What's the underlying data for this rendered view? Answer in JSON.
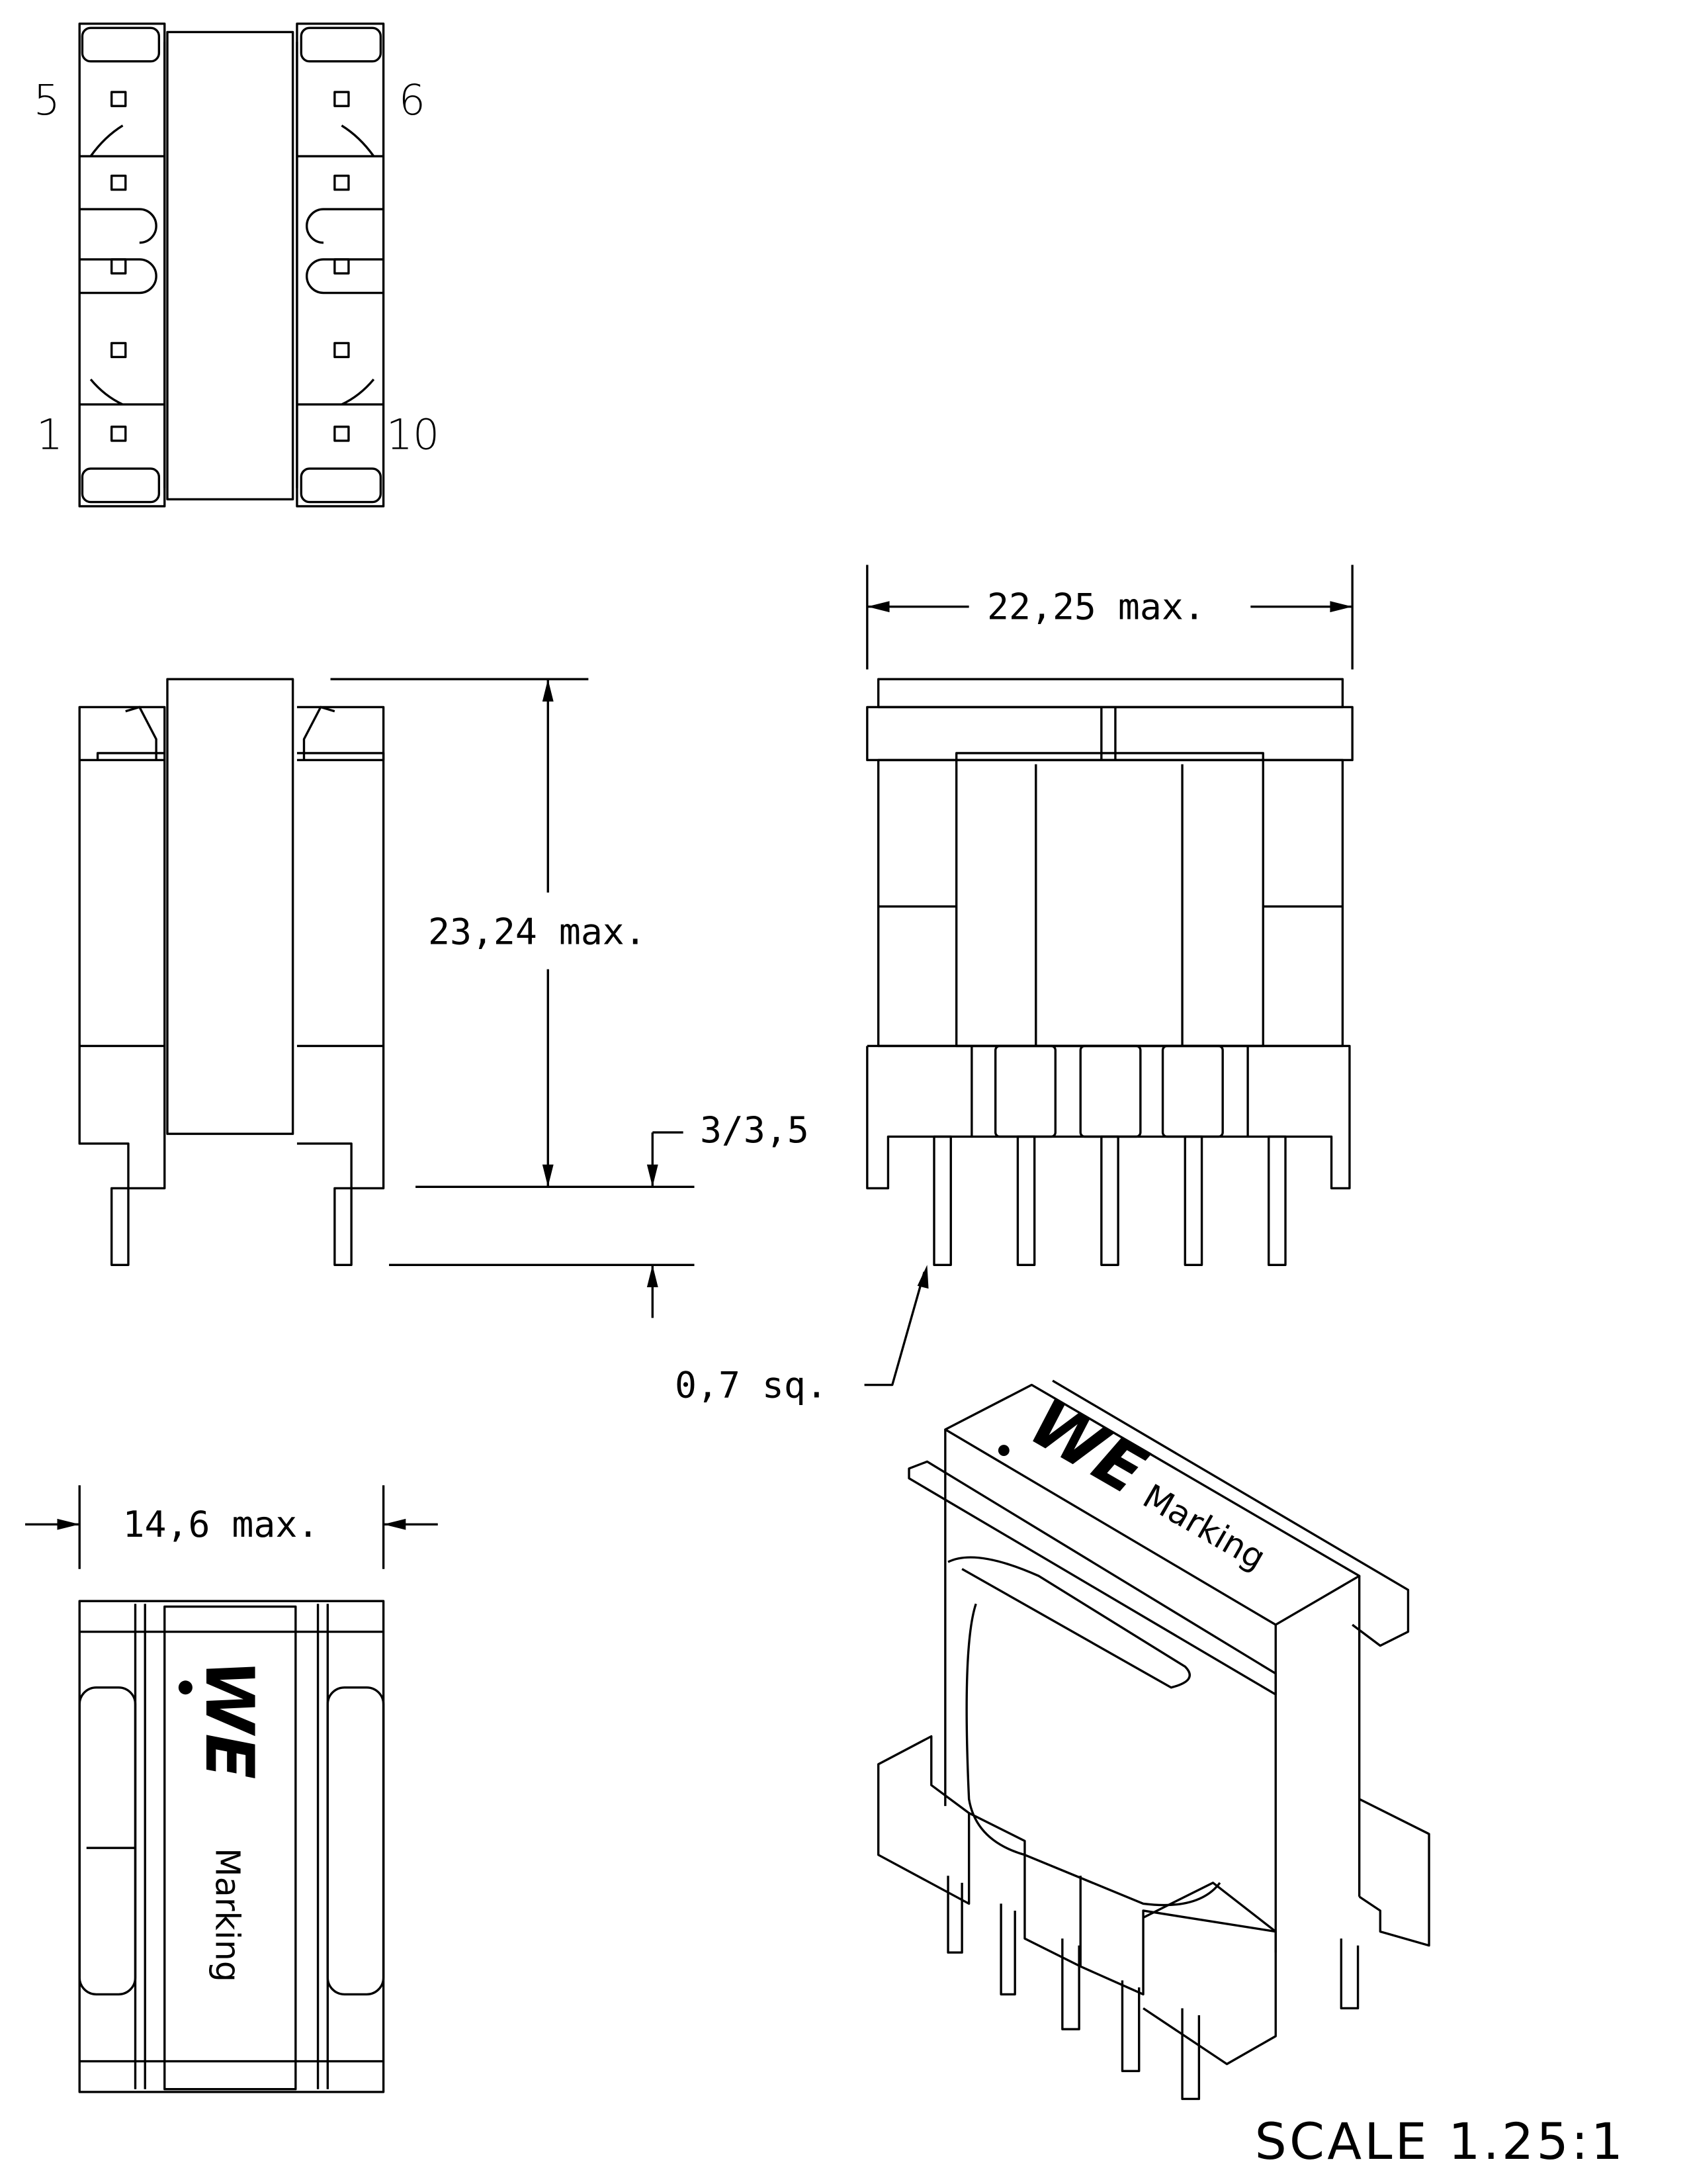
{
  "pin_labels": {
    "top_left": "5",
    "top_right": "6",
    "bottom_left": "1",
    "bottom_right": "10"
  },
  "dimensions": {
    "width": "22,25 max.",
    "height": "23,24 max.",
    "pin_length": "3/3,5",
    "pin_size": "0,7 sq.",
    "depth": "14,6 max."
  },
  "marking": {
    "logo": "WE",
    "label": "Marking"
  },
  "scale": "SCALE  1.25:1"
}
